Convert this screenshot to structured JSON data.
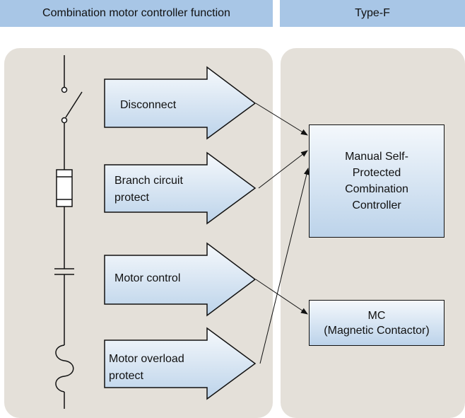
{
  "header": {
    "left_title": "Combination motor controller function",
    "right_title": "Type-F"
  },
  "functions": {
    "disconnect": "Disconnect",
    "branch_circuit": "Branch circuit\n   protect",
    "motor_control": "Motor control",
    "motor_overload": "Motor overload\n   protect"
  },
  "devices": {
    "manual_self_protected": "Manual Self-\nProtected\nCombination\nController",
    "magnetic_contactor": "MC\n(Magnetic Contactor)"
  },
  "colors": {
    "header_bg": "#a8c6e6",
    "panel_bg": "#e4e0d9",
    "arrow_fill_top": "#f6f9fc",
    "arrow_fill_bottom": "#bcd3ea"
  }
}
